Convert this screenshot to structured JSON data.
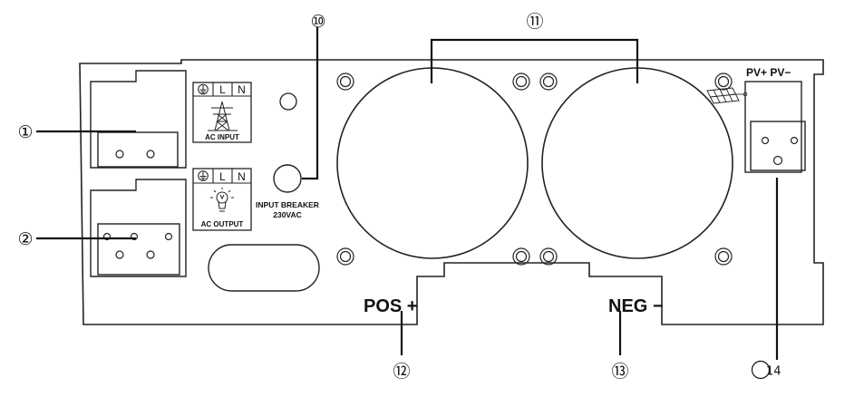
{
  "callouts": {
    "c1": "①",
    "c2": "②",
    "c10": "⑩",
    "c11": "⑪",
    "c12": "⑫",
    "c13": "⑬",
    "c14": "14"
  },
  "panel": {
    "ac_input_label": "AC INPUT",
    "ac_output_label": "AC OUTPUT",
    "terminal_l": "L",
    "terminal_n": "N",
    "breaker_line1": "INPUT BREAKER",
    "breaker_line2": "230VAC",
    "pv_label": "PV+ PV−",
    "pos_label": "POS +",
    "neg_label": "NEG −"
  },
  "icons": {
    "ground": "ground-icon",
    "pylon": "power-pylon-icon",
    "bulb": "light-bulb-icon",
    "solar": "solar-panel-icon"
  }
}
